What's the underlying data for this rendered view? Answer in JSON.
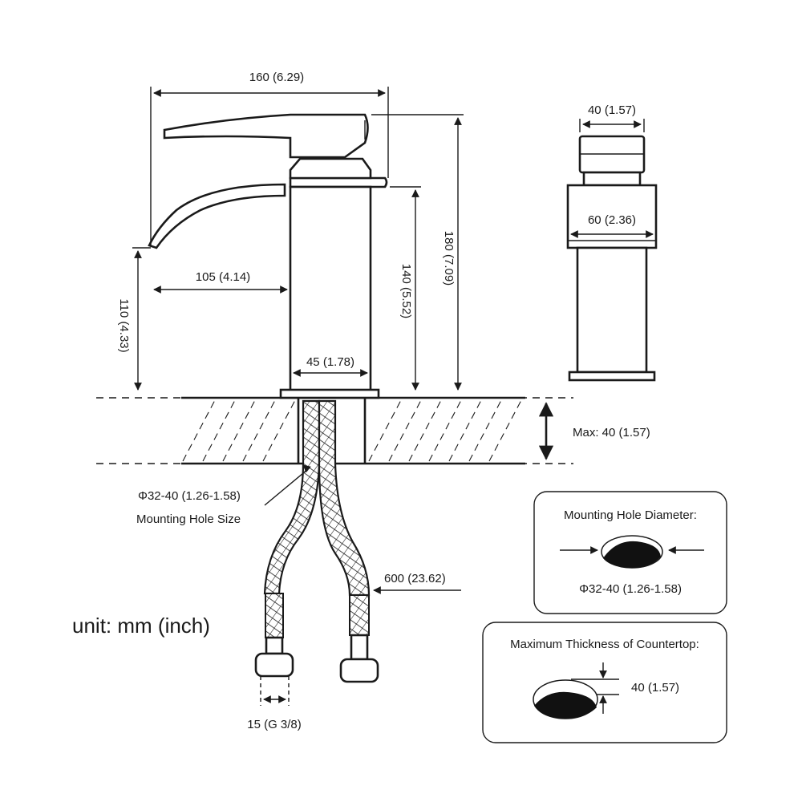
{
  "dimensions": {
    "overall_length": "160 (6.29)",
    "overall_height": "180 (7.09)",
    "body_height": "140 (5.52)",
    "spout_height": "110 (4.33)",
    "spout_reach": "105 (4.14)",
    "base_diameter": "45 (1.78)",
    "handle_width": "40 (1.57)",
    "side_width": "60 (2.36)",
    "max_thickness": "Max: 40 (1.57)",
    "hole_size": "Φ32-40 (1.26-1.58)",
    "hole_size_label": "Mounting Hole Size",
    "hose_length": "600 (23.62)",
    "connector": "15 (G 3/8)"
  },
  "unit_label": "unit: mm (inch)",
  "panel_hole": {
    "title": "Mounting Hole Diameter:",
    "value": "Φ32-40 (1.26-1.58)"
  },
  "panel_thickness": {
    "title": "Maximum Thickness of Countertop:",
    "value": "40 (1.57)"
  }
}
